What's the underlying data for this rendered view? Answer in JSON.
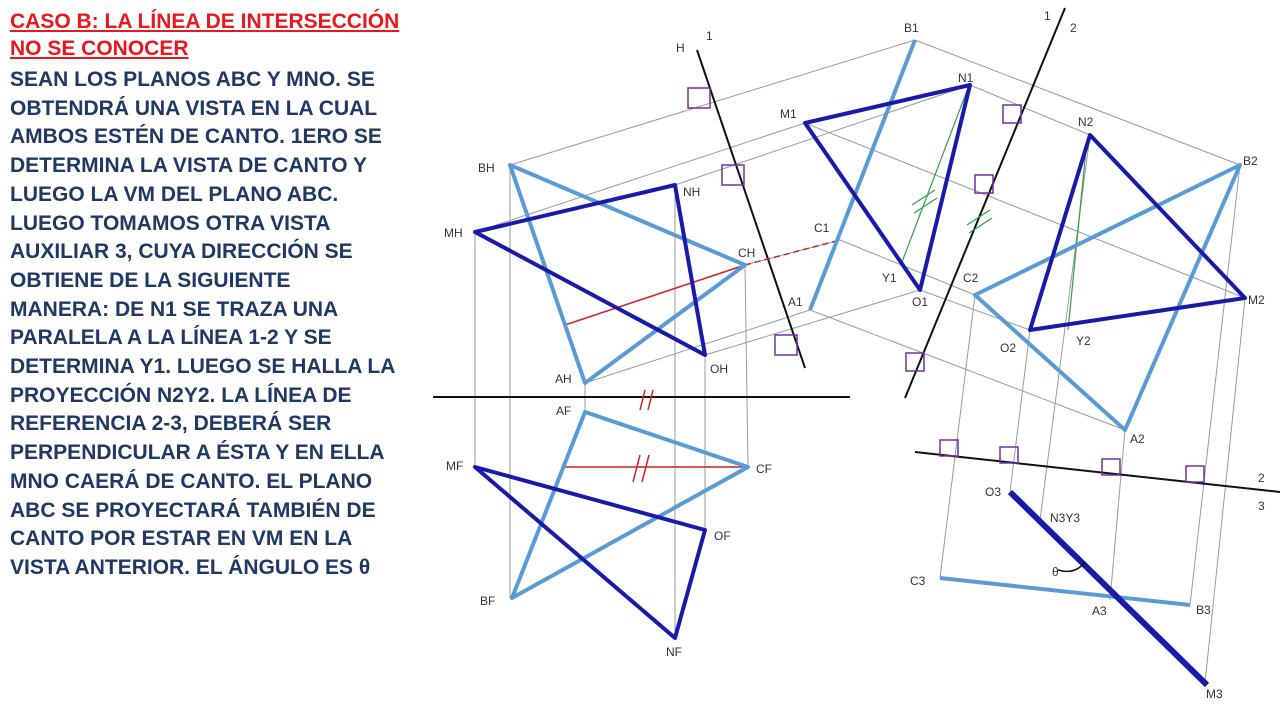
{
  "title_lines": [
    "CASO B: LA LÍNEA DE INTERSECCIÓN",
    "NO SE CONOCER"
  ],
  "body_lines": [
    "SEAN LOS PLANOS ABC Y MNO. SE",
    "OBTENDRÁ UNA VISTA EN LA CUAL",
    "AMBOS ESTÉN DE CANTO. 1ERO SE",
    "DETERMINA LA VISTA DE CANTO Y",
    "LUEGO LA VM DEL PLANO ABC.",
    "LUEGO TOMAMOS OTRA VISTA",
    "AUXILIAR 3, CUYA DIRECCIÓN SE",
    "OBTIENE DE LA SIGUIENTE",
    "MANERA: DE N1 SE TRAZA UNA",
    "PARALELA A LA LÍNEA 1-2 Y SE",
    "DETERMINA Y1. LUEGO SE HALLA LA",
    "PROYECCIÓN N2Y2. LA LÍNEA DE",
    "REFERENCIA 2-3, DEBERÁ SER",
    "PERPENDICULAR A ÉSTA Y EN ELLA",
    "MNO CAERÁ DE CANTO. EL PLANO",
    "ABC SE PROYECTARÁ TAMBIÉN DE",
    "CANTO POR ESTAR EN VM EN LA",
    "VISTA ANTERIOR. EL ÁNGULO ES θ"
  ],
  "colors": {
    "title": "#e8181e",
    "body_text": "#1f3864",
    "plane_abc": "#5b9bd5",
    "plane_mno": "#1a1aa8",
    "projector": "#9a9a9a",
    "reference_line": "#111111",
    "intersection_hint": "#cc2222",
    "parallel_line": "#2e9e4a",
    "perpendicular_mark": "#7030a0"
  },
  "labels": {
    "ref_H1_H": "H",
    "ref_H1_1": "1",
    "ref_12_1": "1",
    "ref_12_2": "2",
    "ref_23_2": "2",
    "ref_23_3": "3",
    "BH": "BH",
    "NH": "NH",
    "MH": "MH",
    "CH": "CH",
    "AH": "AH",
    "OH": "OH",
    "AF": "AF",
    "MF": "MF",
    "CF": "CF",
    "OF": "OF",
    "BF": "BF",
    "NF": "NF",
    "B1": "B1",
    "N1": "N1",
    "M1": "M1",
    "C1": "C1",
    "A1": "A1",
    "Y1": "Y1",
    "O1": "O1",
    "N2": "N2",
    "B2": "B2",
    "C2": "C2",
    "O2": "O2",
    "Y2": "Y2",
    "M2": "M2",
    "A2": "A2",
    "O3": "O3",
    "N3Y3": "N3Y3",
    "theta": "θ",
    "C3": "C3",
    "A3": "A3",
    "B3": "B3",
    "M3": "M3"
  }
}
